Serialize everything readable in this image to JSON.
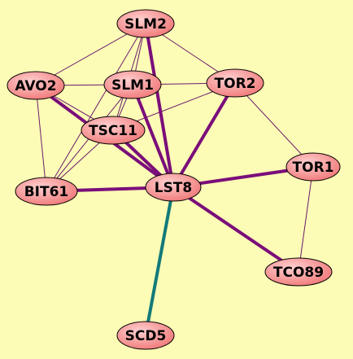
{
  "colors": {
    "background": "#fcfcb6",
    "node_fill_light": "#ffd0d0",
    "node_fill_dark": "#f07878",
    "node_stroke": "#000000",
    "edge_thin": "#6b1a6b",
    "edge_thick": "#7a0e7a",
    "edge_teal": "#137a7a"
  },
  "nodes": [
    {
      "id": "slm2",
      "label": "SLM2"
    },
    {
      "id": "avo2",
      "label": "AVO2"
    },
    {
      "id": "slm1",
      "label": "SLM1"
    },
    {
      "id": "tor2",
      "label": "TOR2"
    },
    {
      "id": "tsc11",
      "label": "TSC11"
    },
    {
      "id": "tor1",
      "label": "TOR1"
    },
    {
      "id": "bit61",
      "label": "BIT61"
    },
    {
      "id": "lst8",
      "label": "LST8"
    },
    {
      "id": "tco89",
      "label": "TCO89"
    },
    {
      "id": "scd5",
      "label": "SCD5"
    }
  ],
  "edges": [
    {
      "from": "slm2",
      "to": "avo2",
      "style": "thin"
    },
    {
      "from": "slm2",
      "to": "tor2",
      "style": "thin"
    },
    {
      "from": "slm2",
      "to": "slm1",
      "style": "thin"
    },
    {
      "from": "slm2",
      "to": "tsc11",
      "style": "thin"
    },
    {
      "from": "slm2",
      "to": "bit61",
      "style": "thin"
    },
    {
      "from": "avo2",
      "to": "slm1",
      "style": "thin"
    },
    {
      "from": "avo2",
      "to": "tsc11",
      "style": "thin"
    },
    {
      "from": "avo2",
      "to": "bit61",
      "style": "thin"
    },
    {
      "from": "slm1",
      "to": "tor2",
      "style": "thin"
    },
    {
      "from": "slm1",
      "to": "tsc11",
      "style": "thin"
    },
    {
      "from": "slm1",
      "to": "bit61",
      "style": "thin"
    },
    {
      "from": "tor2",
      "to": "tsc11",
      "style": "thin"
    },
    {
      "from": "tor2",
      "to": "tor1",
      "style": "thin"
    },
    {
      "from": "tsc11",
      "to": "bit61",
      "style": "thin"
    },
    {
      "from": "tor1",
      "to": "tco89",
      "style": "thin"
    },
    {
      "from": "lst8",
      "to": "slm2",
      "style": "thick"
    },
    {
      "from": "lst8",
      "to": "slm1",
      "style": "thick"
    },
    {
      "from": "lst8",
      "to": "tor2",
      "style": "thick"
    },
    {
      "from": "lst8",
      "to": "avo2",
      "style": "thick"
    },
    {
      "from": "lst8",
      "to": "tsc11",
      "style": "thick"
    },
    {
      "from": "lst8",
      "to": "tor1",
      "style": "thick"
    },
    {
      "from": "lst8",
      "to": "bit61",
      "style": "thick"
    },
    {
      "from": "lst8",
      "to": "tco89",
      "style": "thick"
    },
    {
      "from": "lst8",
      "to": "scd5",
      "style": "teal"
    }
  ]
}
